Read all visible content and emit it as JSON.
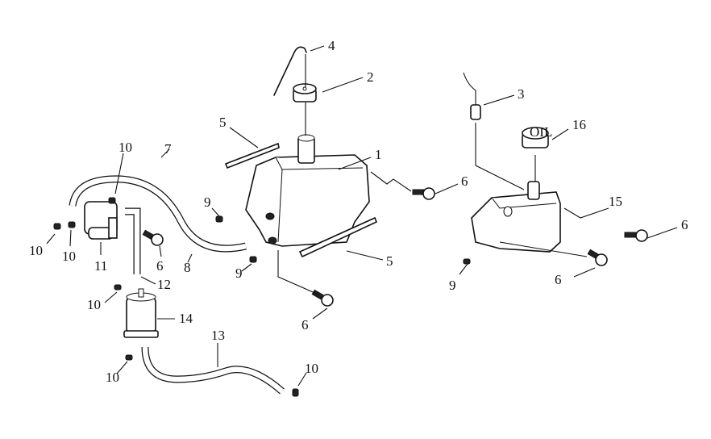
{
  "diagram": {
    "title": "Fuel tank and oil tank exploded parts diagram",
    "callouts": [
      {
        "id": "c1",
        "text": "1"
      },
      {
        "id": "c2",
        "text": "2"
      },
      {
        "id": "c3",
        "text": "3"
      },
      {
        "id": "c4",
        "text": "4"
      },
      {
        "id": "c5a",
        "text": "5"
      },
      {
        "id": "c5b",
        "text": "5"
      },
      {
        "id": "c6a",
        "text": "6"
      },
      {
        "id": "c6b",
        "text": "6"
      },
      {
        "id": "c6c",
        "text": "6"
      },
      {
        "id": "c6d",
        "text": "6"
      },
      {
        "id": "c6e",
        "text": "6"
      },
      {
        "id": "c7",
        "text": "7"
      },
      {
        "id": "c8",
        "text": "8"
      },
      {
        "id": "c9a",
        "text": "9"
      },
      {
        "id": "c9b",
        "text": "9"
      },
      {
        "id": "c9c",
        "text": "9"
      },
      {
        "id": "c10a",
        "text": "10"
      },
      {
        "id": "c10b",
        "text": "10"
      },
      {
        "id": "c10c",
        "text": "10"
      },
      {
        "id": "c10d",
        "text": "10"
      },
      {
        "id": "c10e",
        "text": "10"
      },
      {
        "id": "c10f",
        "text": "10"
      },
      {
        "id": "c11",
        "text": "11"
      },
      {
        "id": "c12",
        "text": "12"
      },
      {
        "id": "c13",
        "text": "13"
      },
      {
        "id": "c14",
        "text": "14"
      },
      {
        "id": "c15",
        "text": "15"
      },
      {
        "id": "c16",
        "text": "16"
      }
    ],
    "cap_marking": "OIL"
  }
}
